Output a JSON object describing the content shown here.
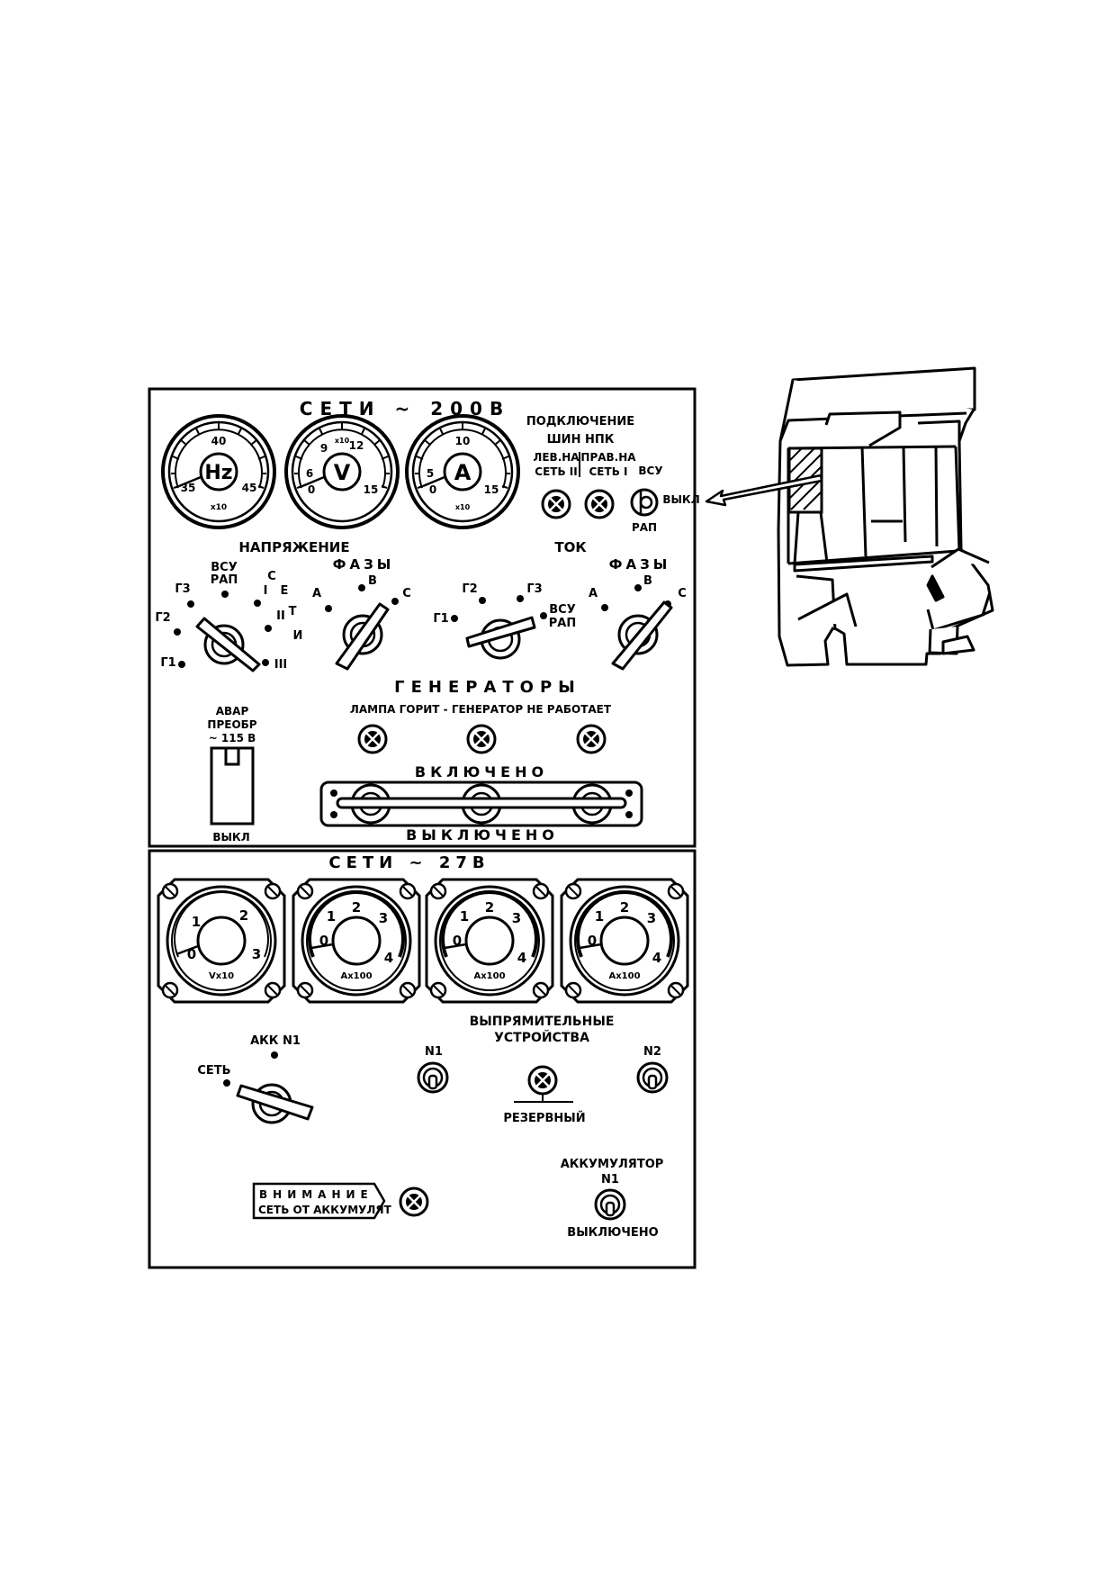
{
  "panel_200": {
    "title": "СЕТИ ~ 200В",
    "gauges": [
      {
        "unit": "Hz",
        "mult": "x10",
        "ticks": [
          "35",
          "40",
          "45"
        ]
      },
      {
        "unit": "V",
        "mult": "x10",
        "ticks": [
          "0",
          "6",
          "9",
          "12",
          "15"
        ]
      },
      {
        "unit": "A",
        "mult": "x10",
        "ticks": [
          "0",
          "5",
          "10",
          "15"
        ]
      }
    ],
    "npk": {
      "line1": "ПОДКЛЮЧЕНИЕ",
      "line2": "ШИН НПК",
      "left1": "ЛЕВ.НА",
      "left2": "СЕТЬ II",
      "right1": "ПРАВ.НА",
      "right2": "СЕТЬ I",
      "vsu": "ВСУ",
      "off": "ВЫКЛ",
      "rap": "РАП"
    },
    "voltage_label": "НАПРЯЖЕНИЕ",
    "current_label": "ТОК",
    "phases_label": "ФАЗЫ",
    "sw1": {
      "g3": "Г3",
      "vsu": "ВСУ",
      "rap": "РАП",
      "g2": "Г2",
      "g1": "Г1",
      "c": "С",
      "e": "Е",
      "t": "Т",
      "i": "И",
      "r1": "I",
      "r2": "II",
      "r3": "III"
    },
    "sw2": {
      "a": "А",
      "b": "В",
      "c": "С"
    },
    "sw3": {
      "g2": "Г2",
      "g3": "Г3",
      "g1": "Г1",
      "vsu": "ВСУ",
      "rap": "РАП"
    },
    "sw4": {
      "a": "А",
      "b": "В",
      "c": "С"
    },
    "generators_label": "ГЕНЕРАТОРЫ",
    "lamp_note": "ЛАМПА ГОРИТ - ГЕНЕРАТОР НЕ РАБОТАЕТ",
    "on_label": "ВКЛЮЧЕНО",
    "off_label": "ВЫКЛЮЧЕНО",
    "avar1": "АВАР",
    "avar2": "ПРЕОБР",
    "avar3": "~ 115 В",
    "avar_off": "ВЫКЛ"
  },
  "panel_27": {
    "title": "СЕТИ ~ 27В",
    "gauges": [
      {
        "unit": "Vx10",
        "ticks": [
          "0",
          "1",
          "2",
          "3"
        ]
      },
      {
        "unit": "Ax100",
        "ticks": [
          "0",
          "1",
          "2",
          "3",
          "4"
        ]
      },
      {
        "unit": "Ax100",
        "ticks": [
          "0",
          "1",
          "2",
          "3",
          "4"
        ]
      },
      {
        "unit": "Ax100",
        "ticks": [
          "0",
          "1",
          "2",
          "3",
          "4"
        ]
      }
    ],
    "akk_n1": "АКК N1",
    "set": "СЕТЬ",
    "rect1": "ВЫПРЯМИТЕЛЬНЫЕ",
    "rect2": "УСТРОЙСТВА",
    "n1": "N1",
    "n2": "N2",
    "reserve": "РЕЗЕРВНЫЙ",
    "warn1": "ВНИМАНИЕ",
    "warn2": "СЕТЬ ОТ АККУМУЛЯТ",
    "battery": "АККУМУЛЯТОР",
    "battery_n1": "N1",
    "battery_off": "ВЫКЛЮЧЕНО"
  }
}
